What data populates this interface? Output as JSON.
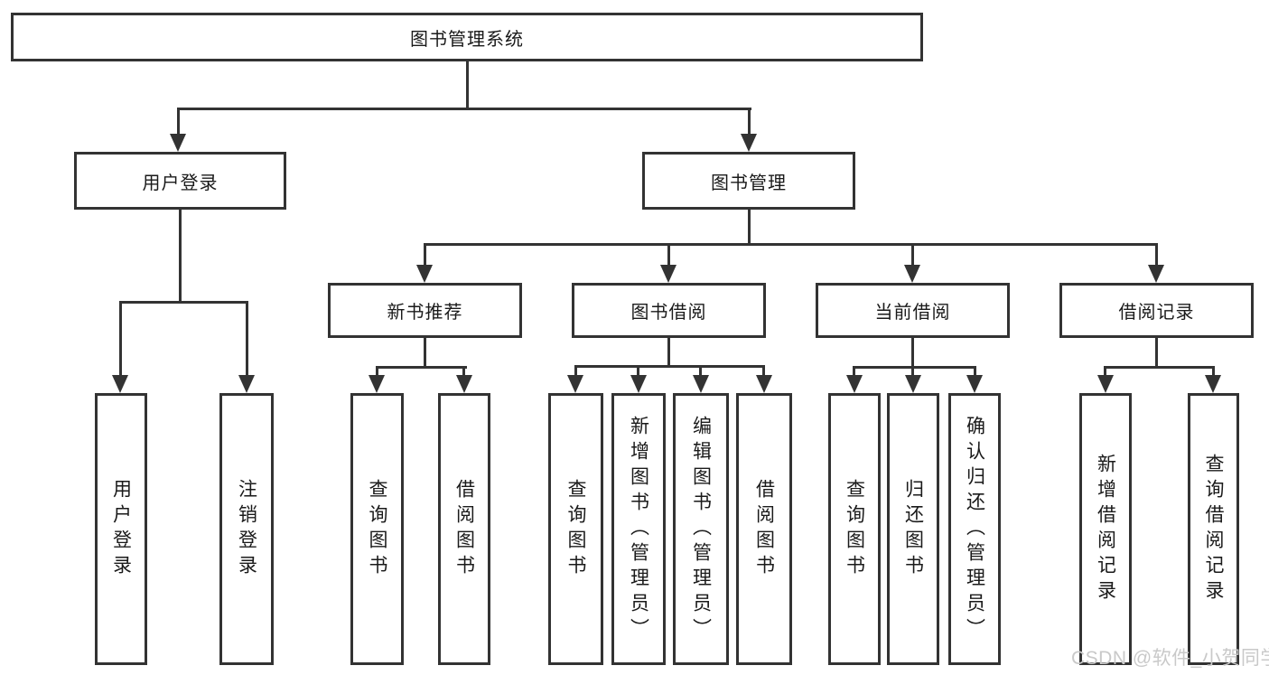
{
  "tree": {
    "label": "图书管理系统",
    "children": [
      {
        "label": "用户登录",
        "children": [
          {
            "label": "用户登录"
          },
          {
            "label": "注销登录"
          }
        ]
      },
      {
        "label": "图书管理",
        "children": [
          {
            "label": "新书推荐",
            "children": [
              {
                "label": "查询图书"
              },
              {
                "label": "借阅图书"
              }
            ]
          },
          {
            "label": "图书借阅",
            "children": [
              {
                "label": "查询图书"
              },
              {
                "label": "新增图书（管理员）"
              },
              {
                "label": "编辑图书（管理员）"
              },
              {
                "label": "借阅图书"
              }
            ]
          },
          {
            "label": "当前借阅",
            "children": [
              {
                "label": "查询图书"
              },
              {
                "label": "归还图书"
              },
              {
                "label": "确认归还（管理员）"
              }
            ]
          },
          {
            "label": "借阅记录",
            "children": [
              {
                "label": "新增借阅记录"
              },
              {
                "label": "查询借阅记录"
              }
            ]
          }
        ]
      }
    ]
  },
  "watermark": {
    "text": "CSDN @软件_小贺同学",
    "color": "#c9c9c9"
  },
  "colors": {
    "line": "#333333",
    "box_border": "#333333",
    "text": "#1a1a1a",
    "background": "#ffffff"
  }
}
